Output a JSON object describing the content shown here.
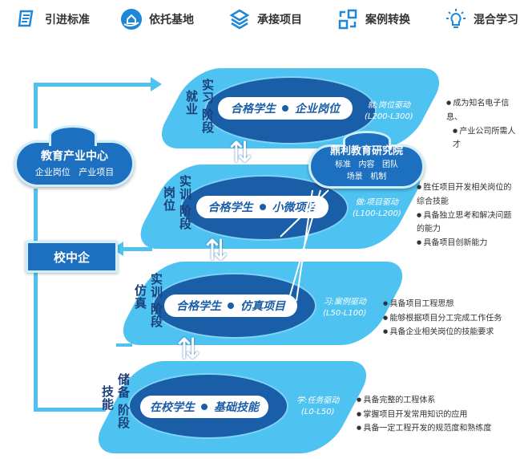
{
  "top_nav": [
    {
      "icon": "document-icon",
      "label": "引进标准"
    },
    {
      "icon": "home-hand-icon",
      "label": "依托基地"
    },
    {
      "icon": "layers-icon",
      "label": "承接项目"
    },
    {
      "icon": "convert-icon",
      "label": "案例转换"
    },
    {
      "icon": "lightbulb-icon",
      "label": "混合学习"
    }
  ],
  "accent": "#4ec3f1",
  "dark": "#1b5ea8",
  "left_cloud": {
    "title": "教育产业中心",
    "sub": "企业岗位   产业项目"
  },
  "left_box": "校中企",
  "right_cloud": {
    "title": "鼎利教育研究院",
    "line1": "标准   内容   团队",
    "line2": "场景   机制"
  },
  "stages": [
    {
      "label_cols": [
        "实习",
        "就业",
        "阶段"
      ],
      "left": "合格学生",
      "right": "企业岗位",
      "driver": "就:岗位驱动",
      "range": "(L200-L300)",
      "bullets": [
        "成为知名电子信息、",
        "产业公司所需人才"
      ]
    },
    {
      "label_cols": [
        "实训",
        "岗位",
        "阶段"
      ],
      "left": "合格学生",
      "right": "小微项目",
      "driver": "做:项目驱动",
      "range": "(L100-L200)",
      "bullets": [
        "胜任项目开发相关岗位的综合技能",
        "具备独立思考和解决问题的能力",
        "具备项目创新能力"
      ]
    },
    {
      "label_cols": [
        "实训",
        "仿真",
        "阶段"
      ],
      "left": "合格学生",
      "right": "仿真项目",
      "driver": "习:案例驱动",
      "range": "(L50-L100)",
      "bullets": [
        "具备项目工程思想",
        "能够根据项目分工完成工作任务",
        "具备企业相关岗位的技能要求"
      ]
    },
    {
      "label_cols": [
        "储备",
        "技能",
        "阶段"
      ],
      "left": "在校学生",
      "right": "基础技能",
      "driver": "学:任务驱动",
      "range": "(L0-L50)",
      "bullets": [
        "具备完整的工程体系",
        "掌握项目开发常用知识的应用",
        "具备一定工程开发的规范度和熟练度"
      ]
    }
  ]
}
